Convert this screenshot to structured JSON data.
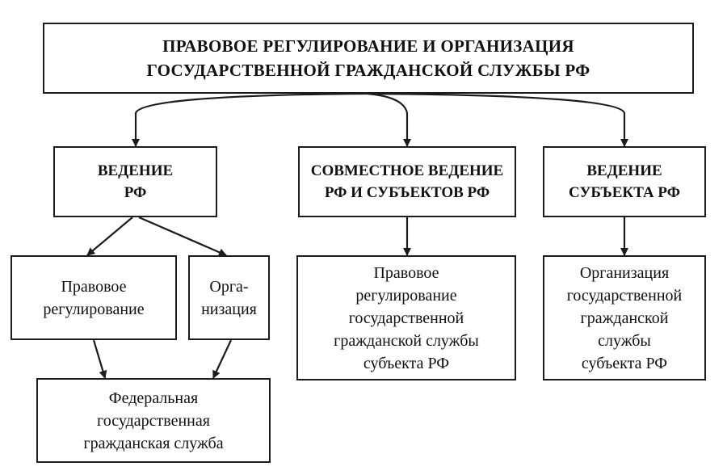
{
  "title": "ПРАВОВОЕ РЕГУЛИРОВАНИЕ И ОРГАНИЗАЦИЯ\nГОСУДАРСТВЕННОЙ ГРАЖДАНСКОЙ СЛУЖБЫ РФ",
  "level1": {
    "federal": "ВЕДЕНИЕ\nРФ",
    "joint": "СОВМЕСТНОЕ ВЕДЕНИЕ\nРФ И СУБЪЕКТОВ РФ",
    "subject": "ВЕДЕНИЕ\nСУБЪЕКТА РФ"
  },
  "level2": {
    "federal_regulation": "Правовое\nрегулирование",
    "federal_organization": "Орга-\nнизация",
    "joint_regulation": "Правовое\nрегулирование\nгосударственной\nгражданской службы\nсубъекта РФ",
    "subject_organization": "Организация\nгосударственной\nгражданской\nслужбы\nсубъекта РФ"
  },
  "level3": {
    "federal_service": "Федеральная\nгосударственная\nгражданская служба"
  }
}
